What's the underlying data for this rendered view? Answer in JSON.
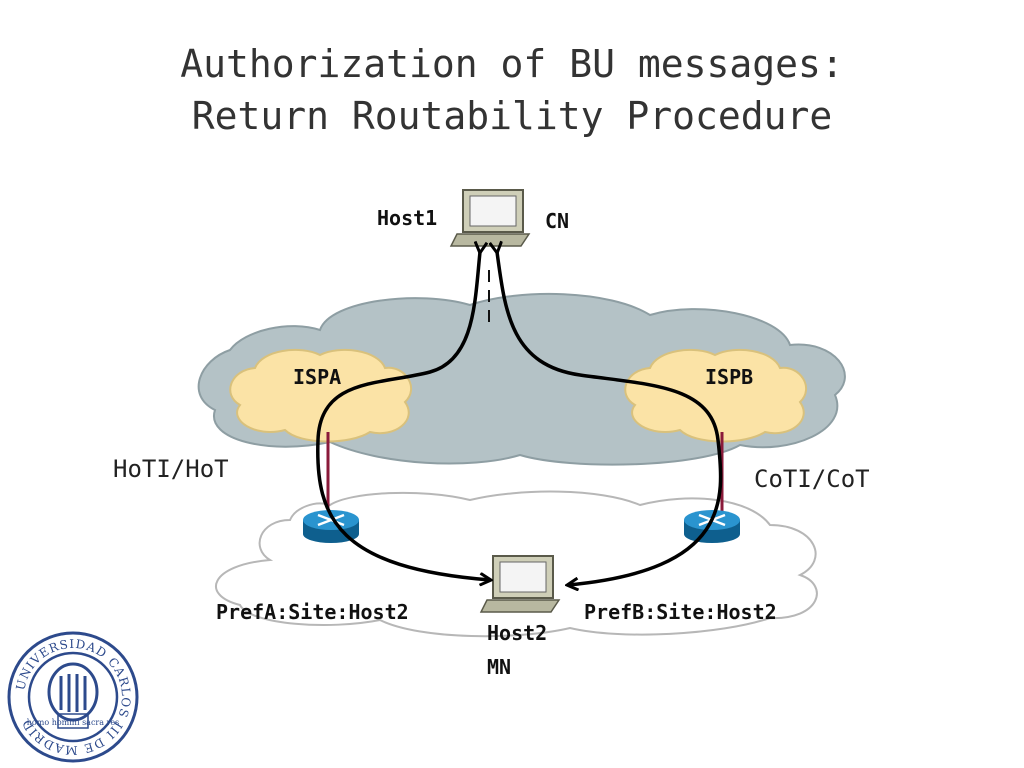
{
  "slide": {
    "title_line1": "Authorization of BU messages:",
    "title_line2": "Return Routability Procedure"
  },
  "diagram": {
    "cn_host": {
      "name": "Host1",
      "role": "CN"
    },
    "mn_host": {
      "name": "Host2",
      "role": "MN"
    },
    "isp_a": "ISPA",
    "isp_b": "ISPB",
    "left_path_label": "HoTI/HoT",
    "right_path_label": "CoTI/CoT",
    "addr_a": "PrefA:Site:Host2",
    "addr_b": "PrefB:Site:Host2"
  },
  "colors": {
    "internet_cloud": "#b4c2c6",
    "isp_cloud": "#fbe3a6",
    "site_cloud": "#ffffff",
    "router": "#1b7fb8",
    "link": "#8a1a3a",
    "arrow": "#000000"
  },
  "logo": {
    "text": "UNIVERSIDAD CARLOS III DE MADRID",
    "motto": "homo homini sacra res"
  }
}
